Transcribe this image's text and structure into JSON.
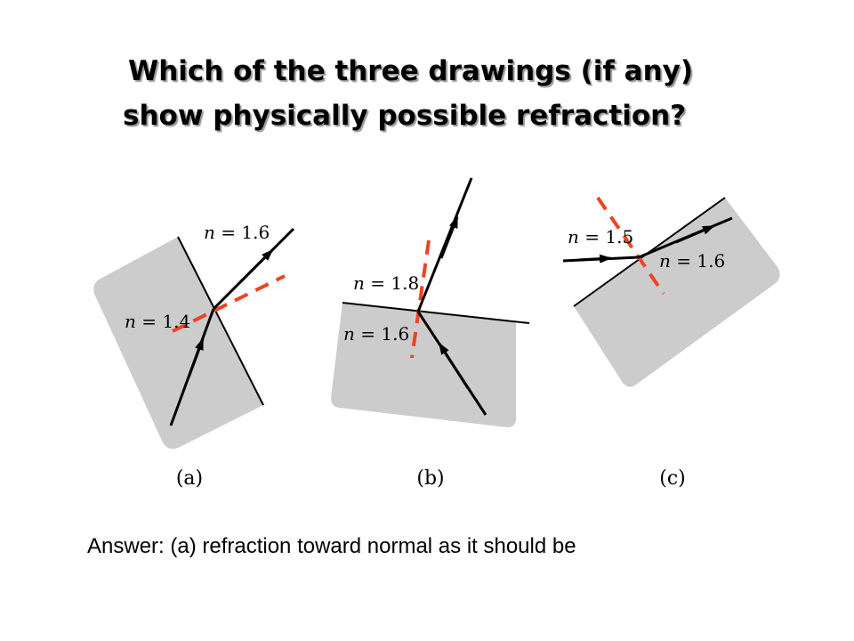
{
  "question": {
    "line1": "Which of the three drawings (if any)",
    "line2": "show physically possible refraction?"
  },
  "panels": [
    {
      "id": "a",
      "caption": "(a)",
      "n_upper": {
        "symbol": "n",
        "eq": " = ",
        "value": "1.6"
      },
      "n_lower": {
        "symbol": "n",
        "eq": " = ",
        "value": "1.4"
      }
    },
    {
      "id": "b",
      "caption": "(b)",
      "n_upper": {
        "symbol": "n",
        "eq": " = ",
        "value": "1.8"
      },
      "n_lower": {
        "symbol": "n",
        "eq": " = ",
        "value": "1.6"
      }
    },
    {
      "id": "c",
      "caption": "(c)",
      "n_upper": {
        "symbol": "n",
        "eq": " = ",
        "value": "1.5"
      },
      "n_lower": {
        "symbol": "n",
        "eq": " = ",
        "value": "1.6"
      }
    }
  ],
  "answer": "Answer: (a) refraction toward normal as it should be",
  "colors": {
    "medium_fill": "#cccccc",
    "normal_line": "#ee4422",
    "ray": "#000000"
  }
}
